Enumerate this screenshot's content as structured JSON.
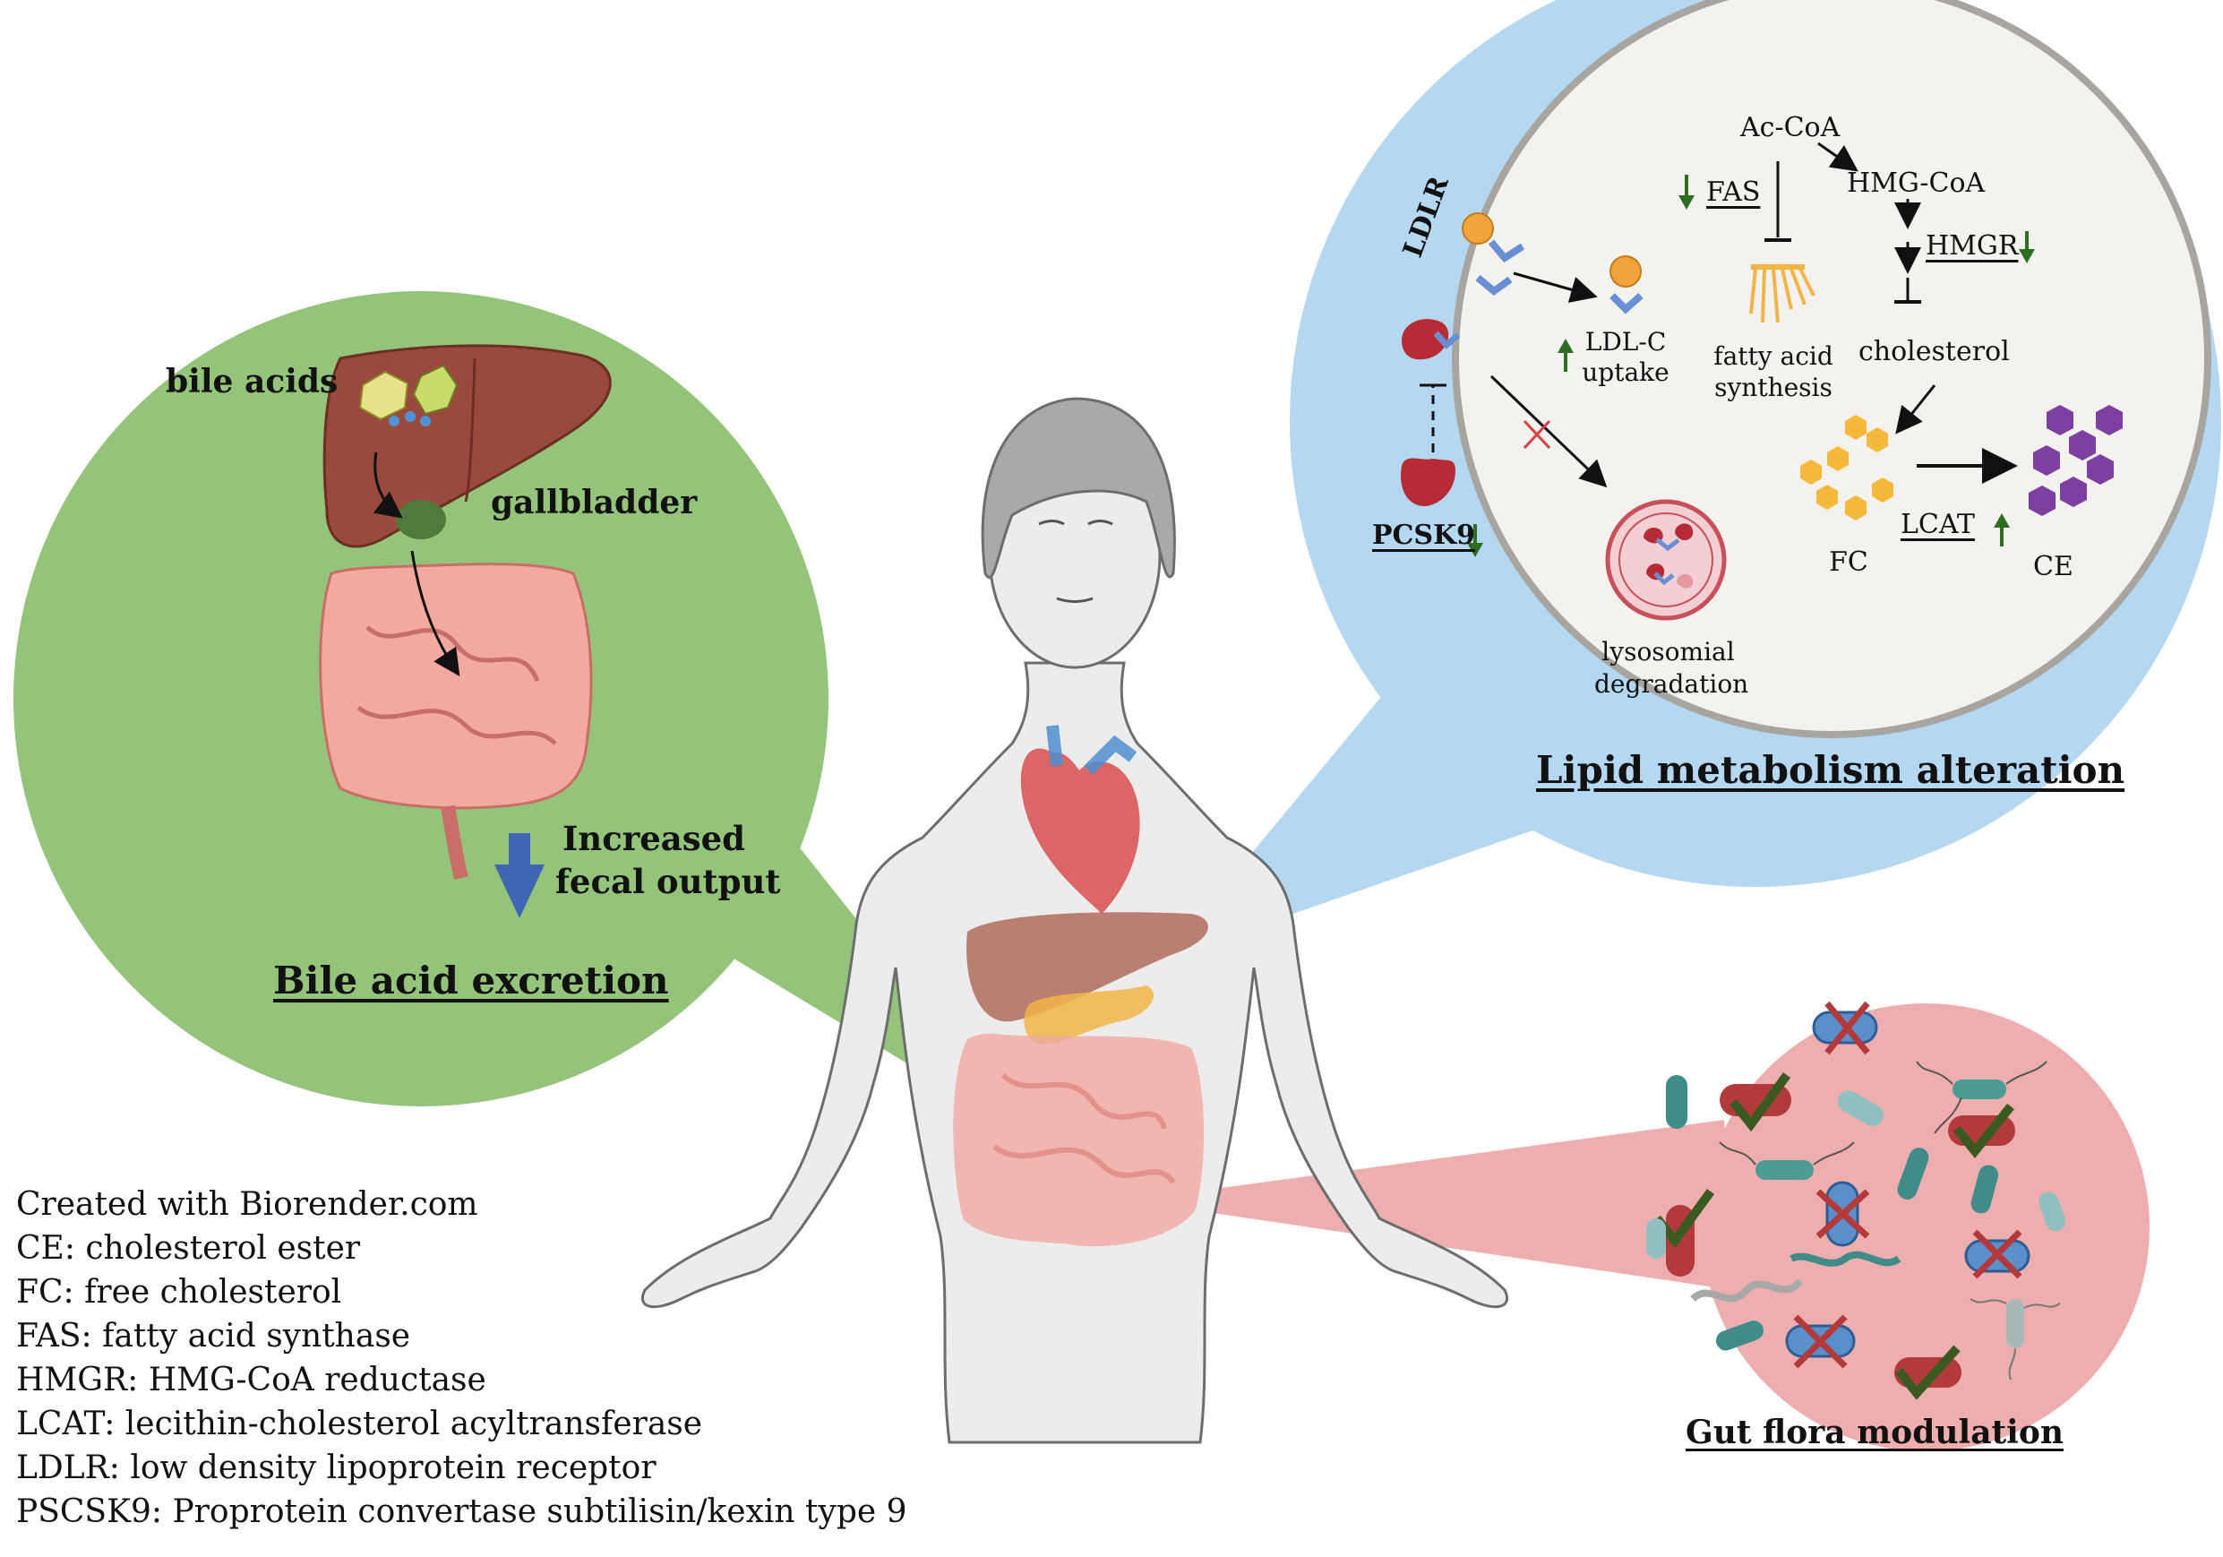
{
  "colors": {
    "green_bubble": "#94c47a",
    "blue_bubble": "#b5d8f2",
    "red_bubble": "#eeaeae",
    "inner_circle": "#f3f2ee",
    "inner_ring": "#a8a59f",
    "down_arrow_green": "#2e6e22",
    "up_arrow_green": "#2e6e22",
    "big_arrow_blue": "#3e66b3",
    "body_fill": "#ececec",
    "body_stroke": "#6d6d6d"
  },
  "bile": {
    "bile_acids_label": "bile acids",
    "gallbladder_label": "gallbladder",
    "fecal_line1": "Increased",
    "fecal_line2": "fecal output",
    "title": "Bile acid excretion"
  },
  "lipid": {
    "title": "Lipid metabolism alteration",
    "ldlr": "LDLR",
    "pcsk9": "PCSK9",
    "ldlc_line1": "LDL-C",
    "ldlc_line2": "uptake",
    "acoa": "Ac-CoA",
    "hmgcoa": "HMG-CoA",
    "fas": "FAS",
    "hmgr": "HMGR",
    "fatty_line1": "fatty acid",
    "fatty_line2": "synthesis",
    "cholesterol": "cholesterol",
    "fc": "FC",
    "lcat": "LCAT",
    "ce": "CE",
    "lyso_line1": "lysosomial",
    "lyso_line2": "degradation"
  },
  "gut": {
    "title": "Gut flora modulation"
  },
  "legend": {
    "credit": "Created with Biorender.com",
    "items": [
      "CE: cholesterol ester",
      "FC: free cholesterol",
      "FAS: fatty acid synthase",
      "HMGR: HMG-CoA reductase",
      "LCAT: lecithin-cholesterol acyltransferase",
      "LDLR: low density lipoprotein receptor",
      "PSCSK9: Proprotein convertase subtilisin/kexin type 9"
    ]
  }
}
